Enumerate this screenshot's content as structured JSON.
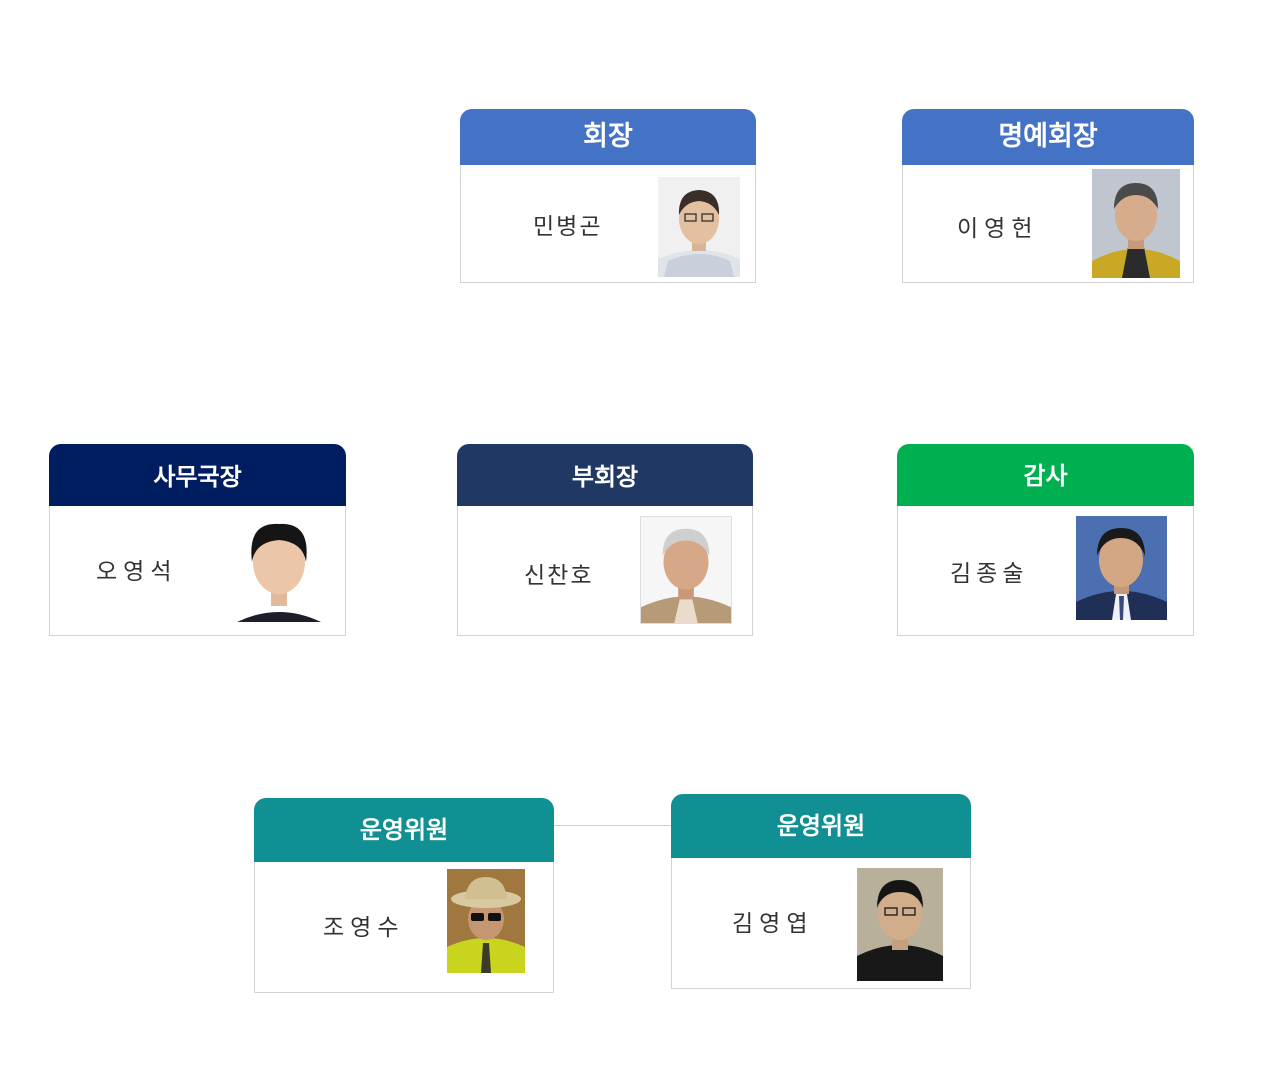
{
  "members": [
    {
      "role": "회장",
      "name": "민병곤",
      "header_color": "#4472c4",
      "avatar": "person-photo-icon"
    },
    {
      "role": "명예회장",
      "name": "이영헌",
      "header_color": "#4472c4",
      "avatar": "person-photo-icon"
    },
    {
      "role": "사무국장",
      "name": "오영석",
      "header_color": "#001e5f",
      "avatar": "person-photo-icon"
    },
    {
      "role": "부회장",
      "name": "신찬호",
      "header_color": "#1f3864",
      "avatar": "person-photo-icon"
    },
    {
      "role": "감사",
      "name": "김종술",
      "header_color": "#00b050",
      "avatar": "person-photo-icon"
    },
    {
      "role": "운영위원",
      "name": "조영수",
      "header_color": "#119093",
      "avatar": "person-photo-icon"
    },
    {
      "role": "운영위원",
      "name": "김영엽",
      "header_color": "#119093",
      "avatar": "person-photo-icon"
    }
  ]
}
